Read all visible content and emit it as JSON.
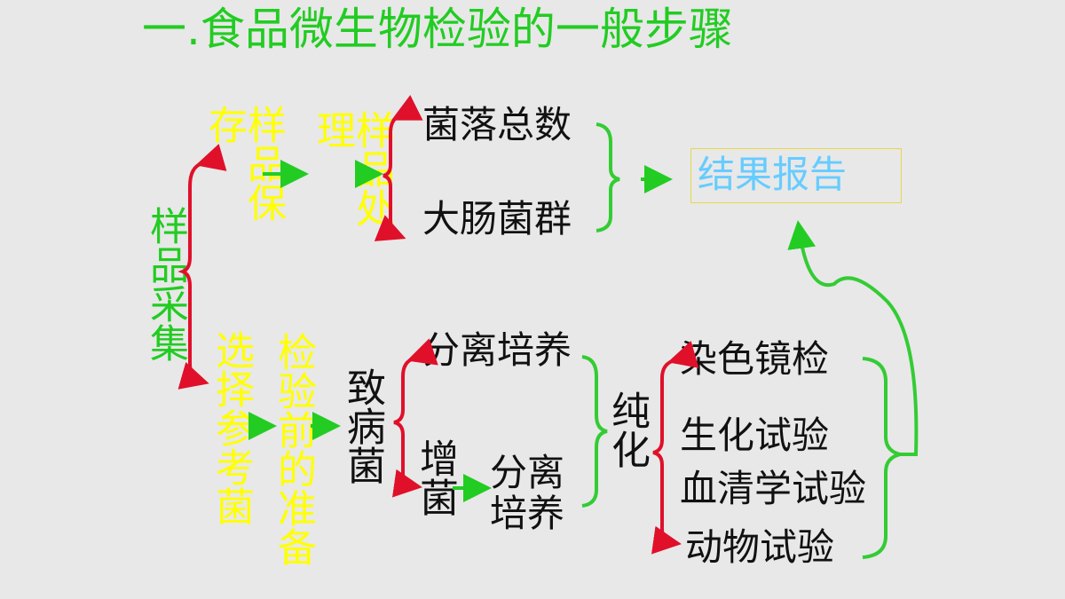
{
  "title": "一.食品微生物检验的一般步骤",
  "nodes": {
    "sample_collection": "样品采集",
    "sample_storage": "样品保存",
    "sample_processing": "样品处理",
    "total_colony": "菌落总数",
    "coliform": "大肠菌群",
    "report": "结果报告",
    "select_reference": "选择参考菌",
    "pre_test_prep": "检验前的准备",
    "pathogen": "致病菌",
    "isolation_culture_1": "分离培养",
    "enrichment": "增菌",
    "isolation_culture_2": "分离培养",
    "purification": "纯化",
    "stain_microscopy": "染色镜检",
    "biochem_test": "生化试验",
    "serology_test": "血清学试验",
    "animal_test": "动物试验"
  },
  "colors": {
    "title": "#22cc22",
    "yellow_text": "#ffff00",
    "green_text": "#22cc22",
    "report_text": "#66ccff",
    "red_bracket": "#e0102a",
    "green_bracket": "#33cc33",
    "background": "#e8e8e8"
  }
}
